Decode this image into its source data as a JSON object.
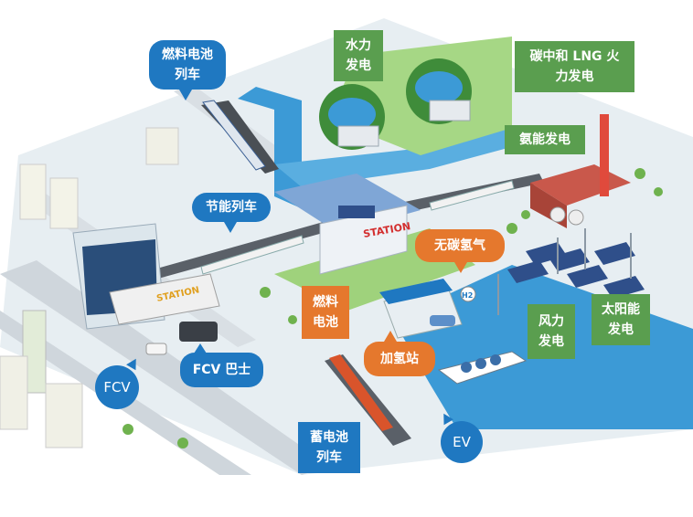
{
  "labels": {
    "fuel_cell_train": "燃料电池\n列车",
    "hydro": "水力\n发电",
    "carbon_neutral_lng": "碳中和 LNG 火\n力发电",
    "ammonia_power": "氨能发电",
    "energy_saving_train": "节能列车",
    "carbon_free_hydrogen": "无碳氢气",
    "fuel_cell": "燃料\n电池",
    "hydrogen_station": "加氢站",
    "wind_power": "风力\n发电",
    "solar_power": "太阳能\n发电",
    "fcv": "FCV",
    "fcv_bus": "FCV 巴士",
    "battery_train": "蓄电池\n列车",
    "ev": "EV"
  },
  "signs": {
    "station_main": "STATION",
    "station_left": "STATION",
    "h2": "H2"
  },
  "colors": {
    "callout_blue": "#1f78c1",
    "callout_green": "#5a9e4f",
    "callout_orange": "#e5782d",
    "road": "#d9dde2",
    "water": "#3c9ad6",
    "grass": "#9fd27c"
  }
}
